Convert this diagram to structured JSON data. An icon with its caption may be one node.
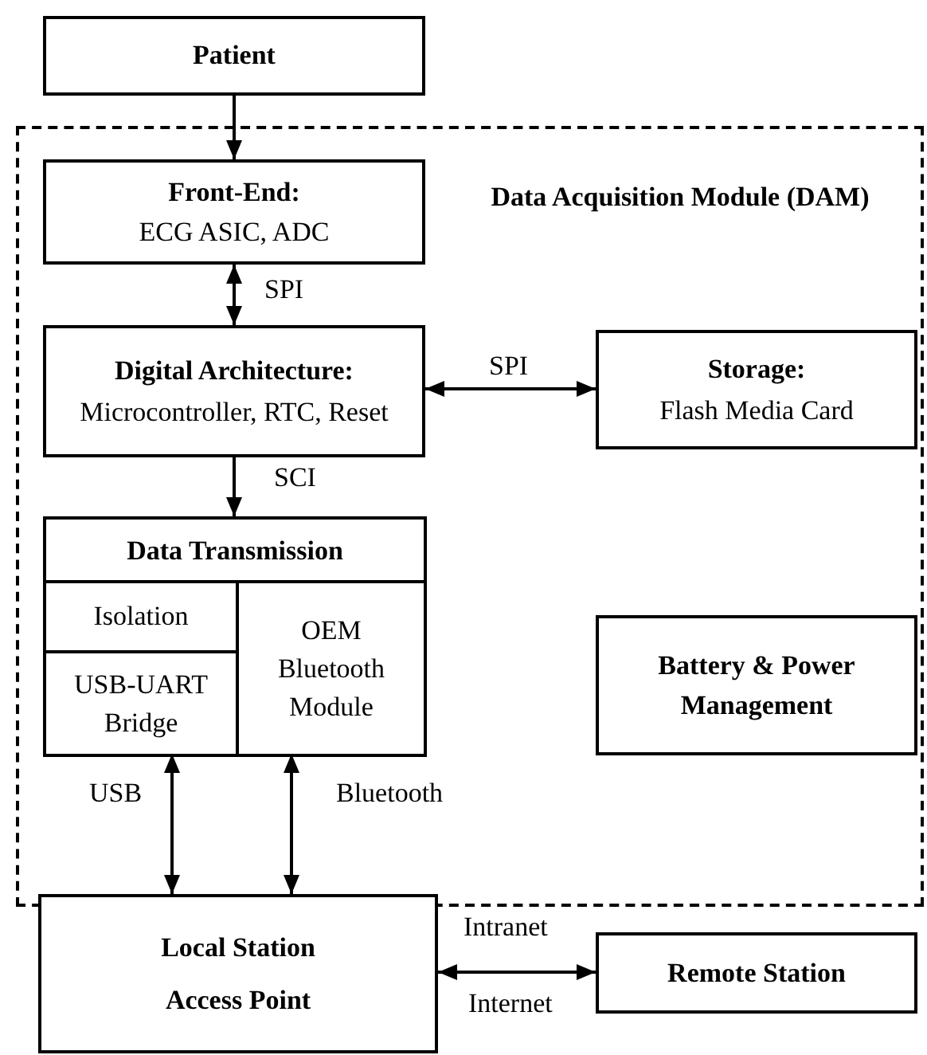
{
  "diagram": {
    "nodes": [
      {
        "text": [
          "Patient"
        ]
      },
      {
        "text": [
          "Data Acquisition Module (DAM)"
        ]
      },
      {
        "text": [
          "Front-End:",
          "ECG ASIC, ADC"
        ],
        "in": 1
      },
      {
        "text": [
          "Digital Architecture:",
          "Microcontroller, RTC, Reset"
        ],
        "in": 1
      },
      {
        "text": [
          "Storage:",
          "Flash Media Card"
        ],
        "in": 1
      },
      {
        "text": [
          "Data Transmission"
        ],
        "in": 1
      },
      {
        "text": [
          "Isolation"
        ],
        "in": 5
      },
      {
        "text": [
          "USB-UART Bridge"
        ],
        "in": 5
      },
      {
        "text": [
          "OEM Bluetooth Module"
        ],
        "in": 5
      },
      {
        "text": [
          "Battery & Power Management"
        ],
        "in": 1
      },
      {
        "text": [
          "Local Station Access Point"
        ]
      },
      {
        "text": [
          "Remote Station"
        ]
      }
    ],
    "edges": [
      {
        "from": 0,
        "to": 2,
        "arrow": "to"
      },
      {
        "from": 2,
        "to": 3,
        "arrow": "both",
        "label": "SPI"
      },
      {
        "from": 3,
        "to": 4,
        "arrow": "both",
        "label": "SPI"
      },
      {
        "from": 3,
        "to": 5,
        "arrow": "to",
        "label": "SCI"
      },
      {
        "from": 7,
        "to": 10,
        "arrow": "both",
        "label": "USB"
      },
      {
        "from": 8,
        "to": 10,
        "arrow": "both",
        "label": "Bluetooth"
      },
      {
        "from": 10,
        "to": 11,
        "arrow": "both",
        "label": "Intranet"
      }
    ],
    "labels": [
      "Internet"
    ]
  }
}
